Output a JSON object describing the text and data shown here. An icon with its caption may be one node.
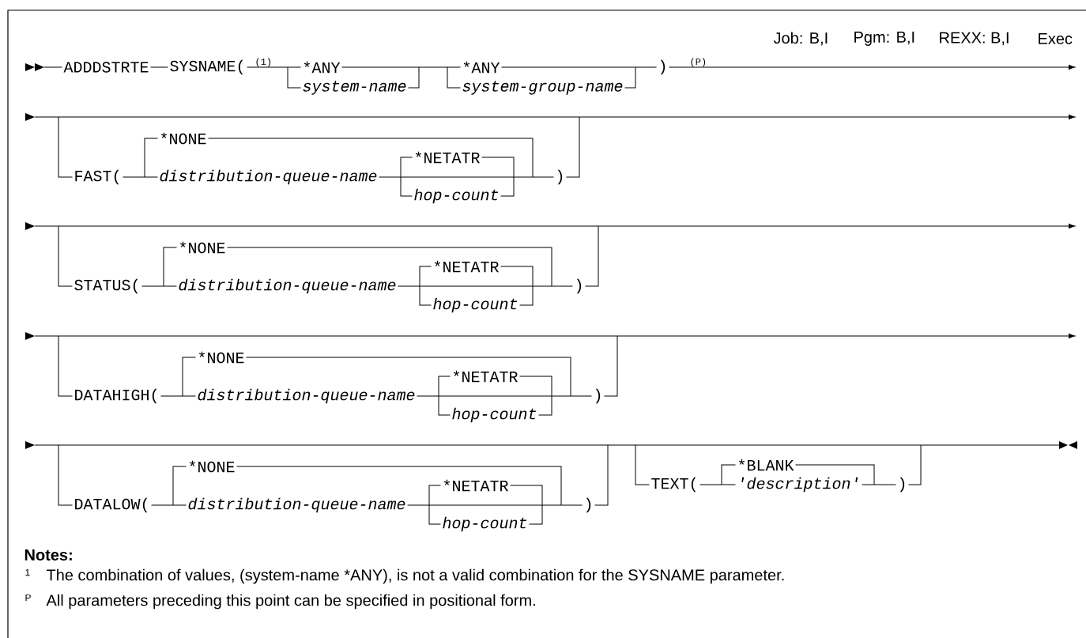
{
  "diagram": {
    "labels": [
      "Job: B,I",
      "Pgm: B,I",
      "REXX: B,I",
      "Exec",
      "ADDDSTRTE",
      "SYSNAME(",
      "(1)",
      "*ANY",
      "*ANY",
      ")",
      "(P)",
      "system-name",
      "system-group-name",
      "FAST(",
      "*NONE",
      "distribution-queue-name",
      "*NETATR",
      "hop-count",
      ")",
      "STATUS(",
      "*NONE",
      "distribution-queue-name",
      "*NETATR",
      "hop-count",
      ")",
      "DATAHIGH(",
      "*NONE",
      "distribution-queue-name",
      "*NETATR",
      "hop-count",
      ")",
      "DATALOW(",
      "*NONE",
      "distribution-queue-name",
      "*NETATR",
      "hop-count",
      ")",
      "TEXT(",
      "*BLANK",
      "'description'",
      ")",
      "Notes:",
      "1",
      "The combination of values, (system-name *ANY), is not a valid combination for the SYSNAME parameter.",
      "P",
      "All parameters preceding this point can be specified in positional form."
    ]
  }
}
